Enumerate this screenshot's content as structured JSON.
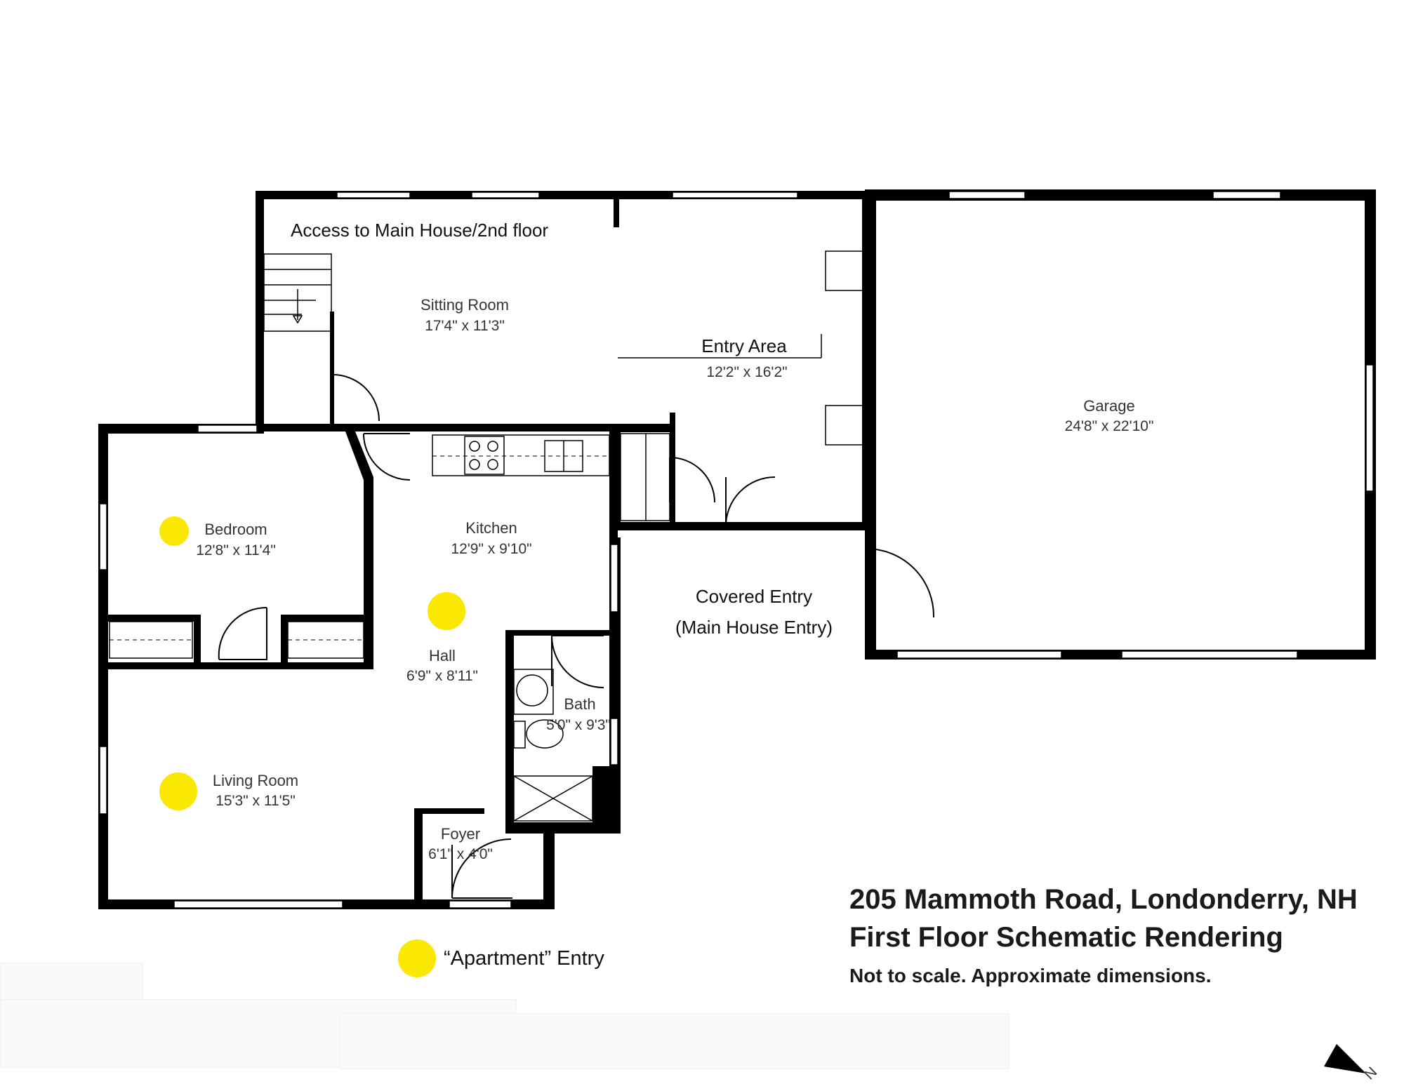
{
  "rooms": {
    "sitting_room": {
      "name": "Sitting Room",
      "dims": "17'4\" x 11'3\""
    },
    "entry_area": {
      "name": "Entry Area",
      "dims": "12'2\" x 16'2\""
    },
    "garage": {
      "name": "Garage",
      "dims": "24'8\" x 22'10\""
    },
    "bedroom": {
      "name": "Bedroom",
      "dims": "12'8\" x 11'4\""
    },
    "kitchen": {
      "name": "Kitchen",
      "dims": "12'9\" x 9'10\""
    },
    "hall": {
      "name": "Hall",
      "dims": "6'9\" x 8'11\""
    },
    "bath": {
      "name": "Bath",
      "dims": "5'0\" x 9'3\""
    },
    "living_room": {
      "name": "Living Room",
      "dims": "15'3\" x 11'5\""
    },
    "foyer": {
      "name": "Foyer",
      "dims": "6'1\" x 4'0\""
    }
  },
  "notes": {
    "stairs_access": "Access to Main House/2nd floor",
    "covered_entry_line1": "Covered Entry",
    "covered_entry_line2": "(Main House Entry)"
  },
  "legend": {
    "marker_label": "“Apartment” Entry",
    "marker_color": "#fae800"
  },
  "title": {
    "address": "205 Mammoth Road, Londonderry, NH",
    "subtitle": "First Floor Schematic Rendering",
    "disclaimer": "Not to scale.  Approximate dimensions."
  },
  "compass": {
    "label": "N"
  }
}
